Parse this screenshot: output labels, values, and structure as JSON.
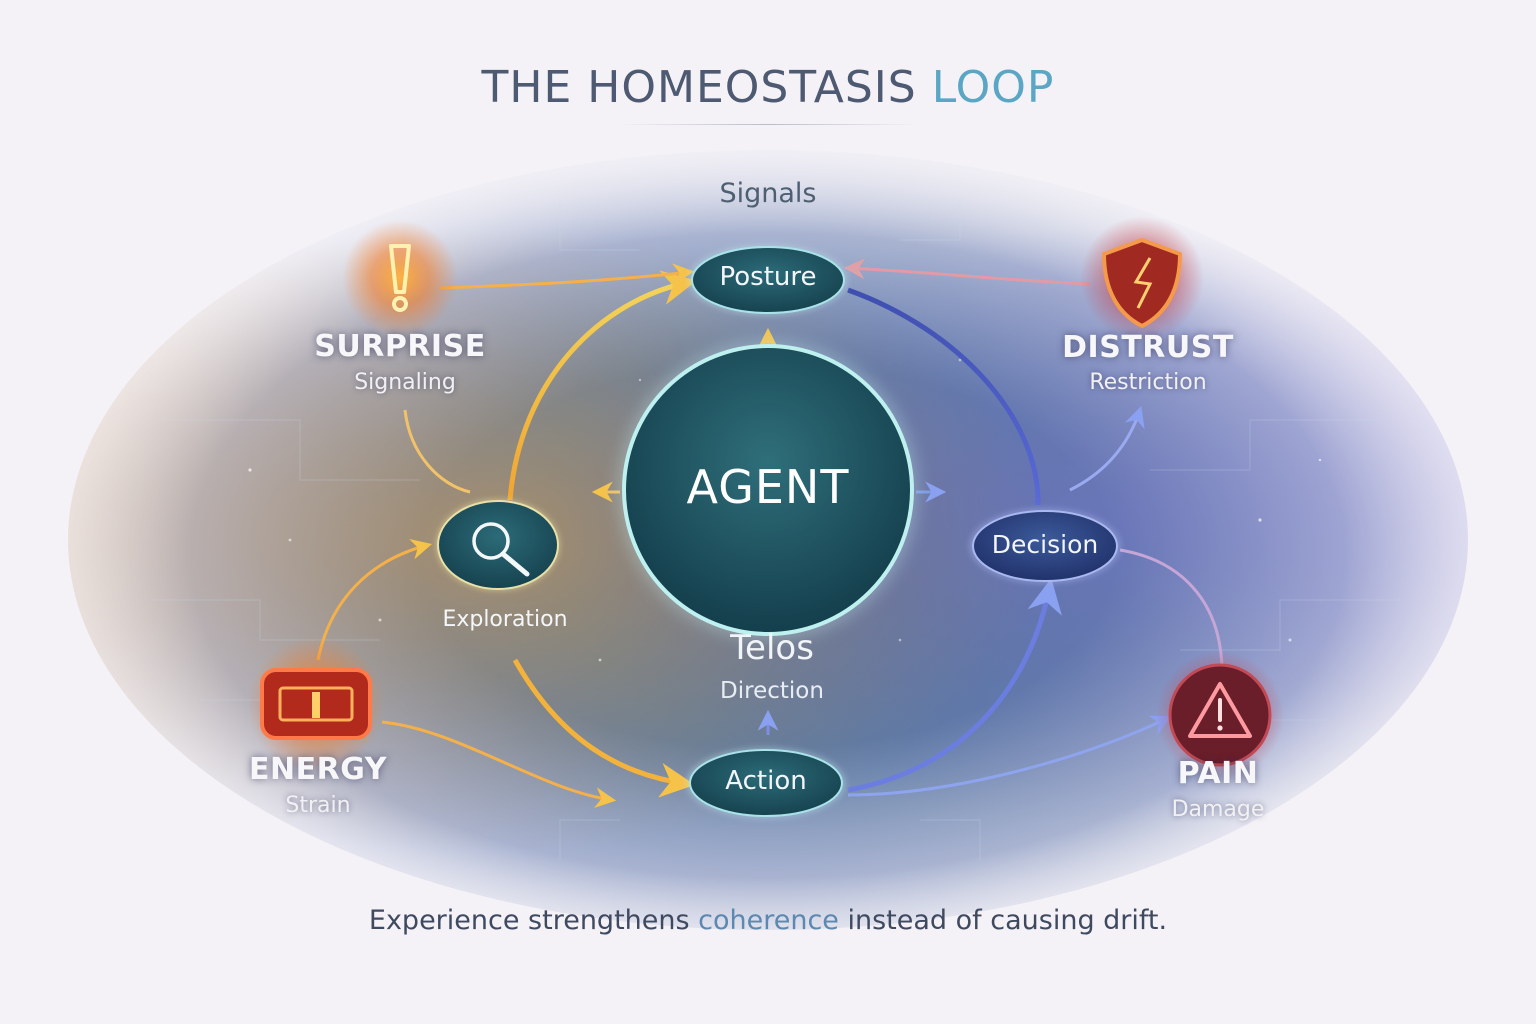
{
  "title": {
    "prefix": "THE HOMEOSTASIS",
    "accent": "LOOP"
  },
  "signals_label": "Signals",
  "center": {
    "label": "AGENT"
  },
  "loop_nodes": {
    "posture": "Posture",
    "decision": "Decision",
    "action": "Action",
    "exploration": "Exploration"
  },
  "telos": {
    "label": "Telos",
    "sublabel": "Direction"
  },
  "signals": {
    "surprise": {
      "label": "SURPRISE",
      "sublabel": "Signaling",
      "icon": "exclamation-icon",
      "color": "#f39a2a"
    },
    "distrust": {
      "label": "DISTRUST",
      "sublabel": "Restriction",
      "icon": "shield-icon",
      "color": "#d8402e"
    },
    "energy": {
      "label": "ENERGY",
      "sublabel": "Strain",
      "icon": "battery-icon",
      "color": "#ee5a2c"
    },
    "pain": {
      "label": "PAIN",
      "sublabel": "Damage",
      "icon": "warning-icon",
      "color": "#d63845"
    }
  },
  "caption": {
    "before": "Experience strengthens ",
    "highlight": "coherence",
    "after": " instead of causing drift."
  },
  "colors": {
    "title": "#4e5a72",
    "accent": "#5aa6c4",
    "warm_path": "#f7c24a",
    "cool_path": "#6a7fe0",
    "node_fill": "#1f5a66"
  }
}
